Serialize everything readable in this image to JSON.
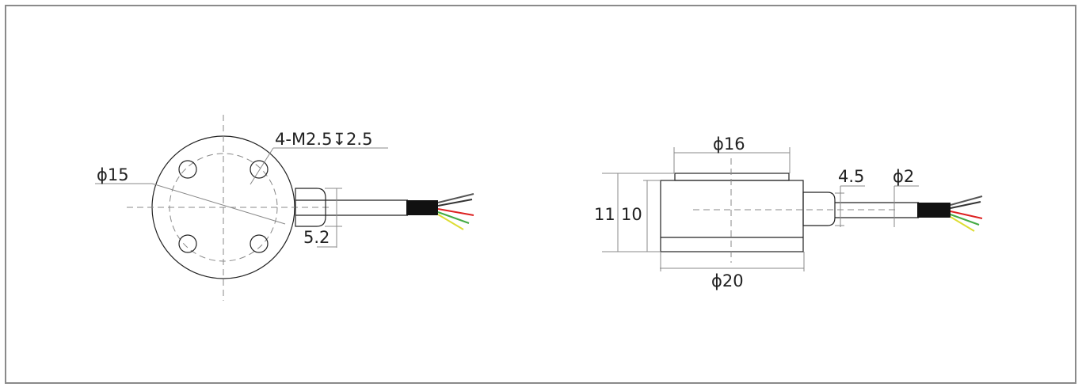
{
  "top_view": {
    "diameter_label": "ϕ15",
    "thread_label": "4-M2.5↧2.5",
    "connector_label": "5.2"
  },
  "side_view": {
    "top_diameter_label": "ϕ16",
    "base_diameter_label": "ϕ20",
    "total_height_label": "11",
    "body_height_label": "10",
    "connector_label": "4.5",
    "cable_diameter_label": "ϕ2"
  },
  "colors": {
    "wire_red": "#d22",
    "wire_green": "#4a4",
    "wire_yellow": "#dd3",
    "sheath": "#111"
  }
}
